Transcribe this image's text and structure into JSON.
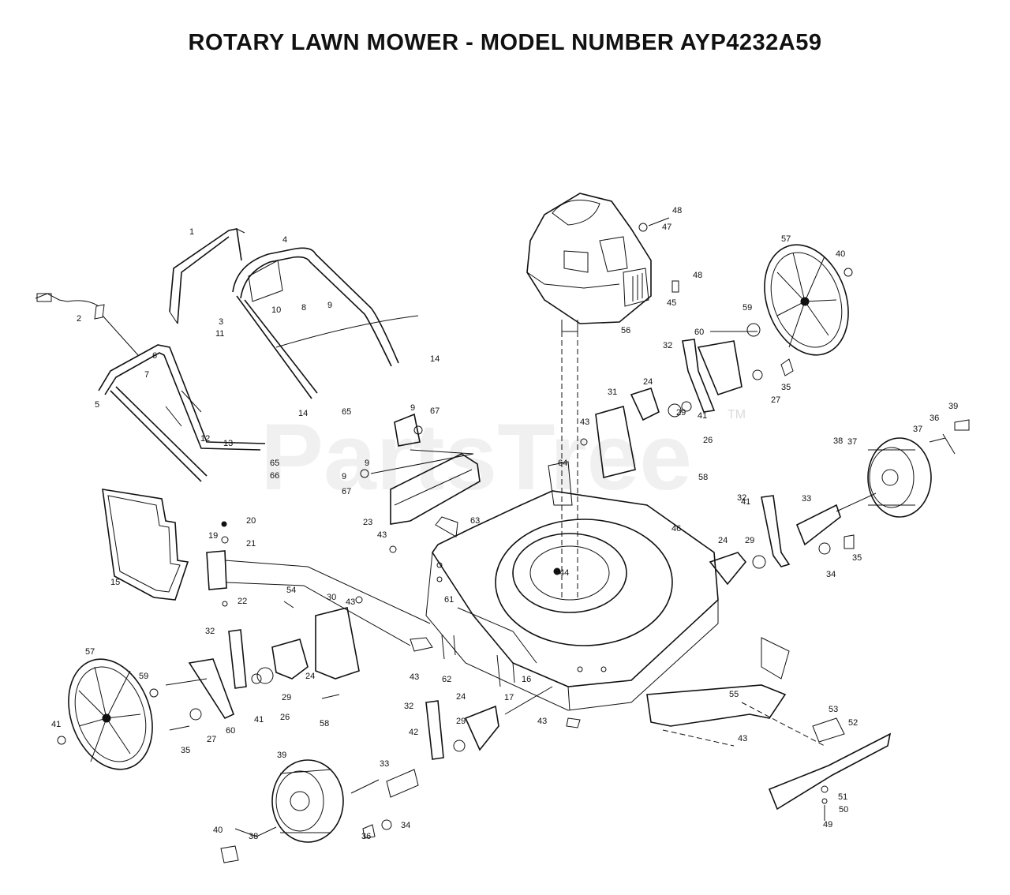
{
  "title": "ROTARY LAWN MOWER - MODEL NUMBER AYP4232A59",
  "watermark": {
    "text": "PartsTree",
    "trademark": "TM"
  },
  "callouts": [
    "1",
    "2",
    "3",
    "4",
    "5",
    "6",
    "7",
    "8",
    "9",
    "10",
    "11",
    "12",
    "13",
    "14",
    "14",
    "15",
    "16",
    "17",
    "19",
    "20",
    "21",
    "22",
    "23",
    "24",
    "24",
    "24",
    "24",
    "26",
    "26",
    "27",
    "27",
    "29",
    "29",
    "29",
    "29",
    "30",
    "31",
    "32",
    "32",
    "32",
    "32",
    "33",
    "33",
    "34",
    "34",
    "35",
    "35",
    "35",
    "36",
    "36",
    "37",
    "37",
    "38",
    "38",
    "39",
    "39",
    "40",
    "40",
    "41",
    "41",
    "41",
    "41",
    "42",
    "43",
    "43",
    "43",
    "43",
    "43",
    "43",
    "44",
    "45",
    "46",
    "47",
    "48",
    "48",
    "49",
    "50",
    "51",
    "52",
    "53",
    "54",
    "55",
    "56",
    "57",
    "57",
    "58",
    "58",
    "59",
    "59",
    "60",
    "60",
    "61",
    "62",
    "63",
    "64",
    "65",
    "65",
    "66",
    "67",
    "67",
    "9",
    "9",
    "9"
  ]
}
